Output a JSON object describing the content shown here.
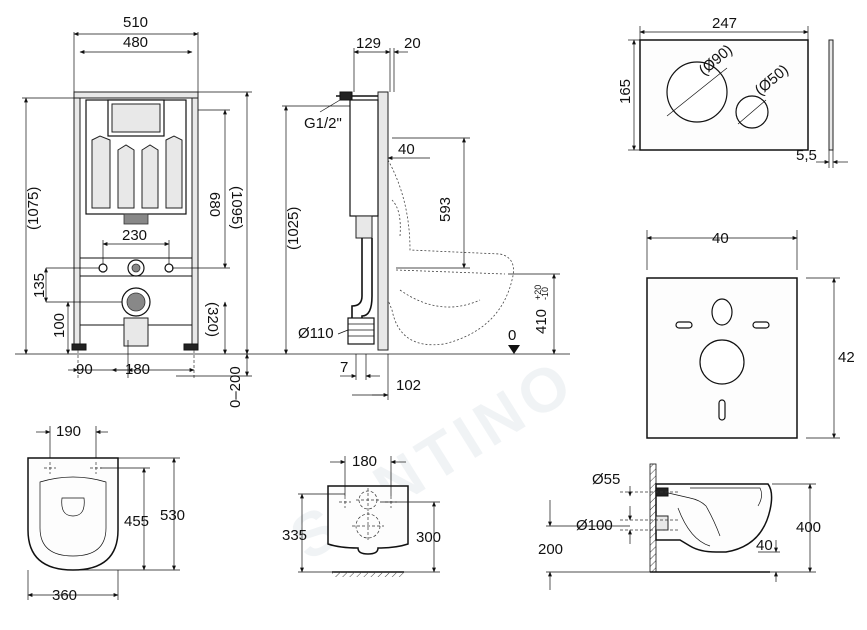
{
  "watermark": "SANTINO",
  "frame_front": {
    "width_outer": "510",
    "width_inner": "480",
    "height_left": "(1075)",
    "height_right": "(1095)",
    "height_680": "680",
    "h_135": "135",
    "h_100": "100",
    "h_320": "(320)",
    "w_230": "230",
    "w_90": "90",
    "w_180": "180",
    "adjust": "0–200"
  },
  "frame_side": {
    "depth_129": "129",
    "depth_20": "20",
    "thread": "G1/2\"",
    "d_40": "40",
    "h_593": "593",
    "h_1025": "(1025)",
    "pipe": "Ø110",
    "w_7": "7",
    "w_102": "102",
    "zero": "0",
    "h_410": "410",
    "tol_plus": "+20",
    "tol_minus": "-10"
  },
  "flush_plate": {
    "width": "247",
    "height": "165",
    "big_button": "(Ø90)",
    "small_button": "(Ø50)",
    "thickness": "5,5"
  },
  "soundproof_pad": {
    "width": "40",
    "height": "42"
  },
  "bowl_top": {
    "holes": "190",
    "depth": "530",
    "depth_inner": "455",
    "width": "360"
  },
  "bowl_front": {
    "holes": "180",
    "h_335": "335",
    "h_300": "300"
  },
  "bowl_side": {
    "pipe_small": "Ø55",
    "pipe_big": "Ø100",
    "h_200": "200",
    "h_400": "400",
    "d_40": "40"
  }
}
